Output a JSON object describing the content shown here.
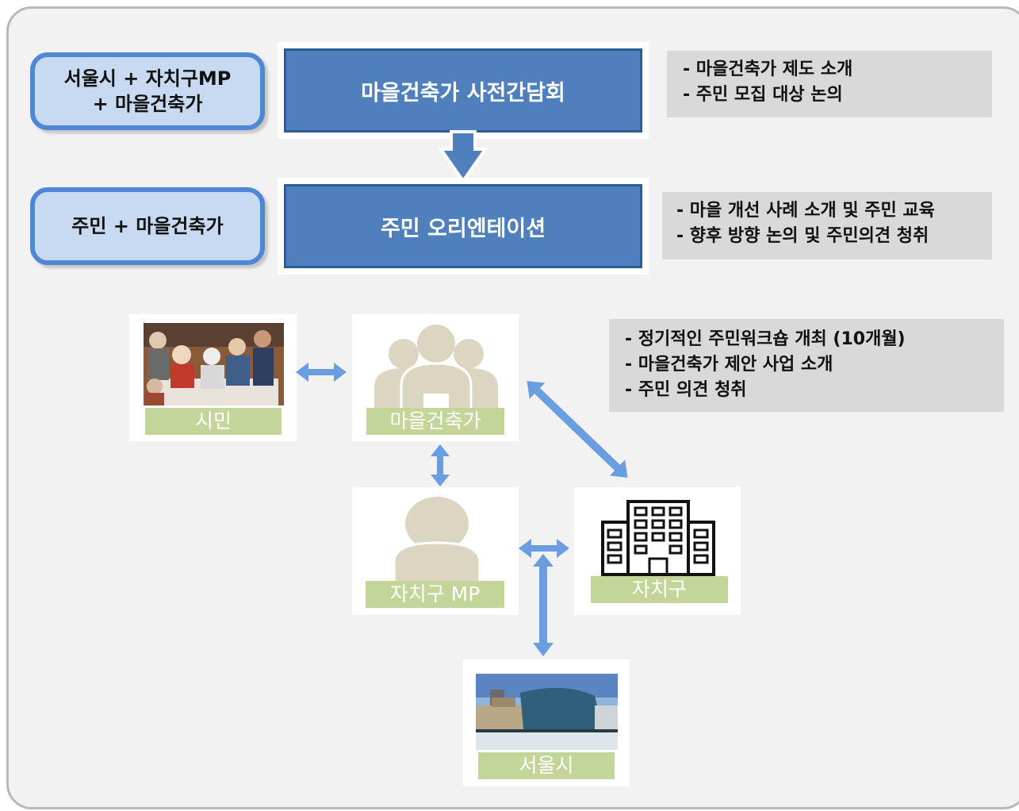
{
  "process": {
    "stage1": {
      "participants": "서울시 + 자치구MP\n+ 마을건축가",
      "title": "마을건축가 사전간담회",
      "notes": [
        "- 마을건축가 제도 소개",
        "- 주민 모집 대상 논의"
      ]
    },
    "stage2": {
      "participants": "주민 + 마을건축가",
      "title": "주민 오리엔테이션",
      "notes": [
        "- 마을 개선 사례 소개 및 주민 교육",
        "- 향후 방향 논의 및 주민의견 청취"
      ]
    }
  },
  "network": {
    "notes": [
      "-   정기적인 주민워크숍 개최 (10개월)",
      "-   마을건축가 제안 사업 소개",
      "-   주민 의견 청취"
    ],
    "nodes": {
      "citizen": "시민",
      "architect": "마을건축가",
      "district_mp": "자치구 MP",
      "district": "자치구",
      "seoul": "서울시"
    },
    "icons": {
      "citizen": "workshop-photo",
      "architect": "group-people-icon",
      "district_mp": "person-icon",
      "district": "building-icon",
      "seoul": "seoul-city-hall-photo"
    }
  },
  "colors": {
    "role_border": "#4f86d6",
    "role_fill": "#c8daf1",
    "stage_fill": "#4f7fbd",
    "note_fill": "#d9d9d9",
    "label_fill": "#c4d59a",
    "arrow": "#6a9ee0",
    "silhouette": "#dbd5c2"
  }
}
